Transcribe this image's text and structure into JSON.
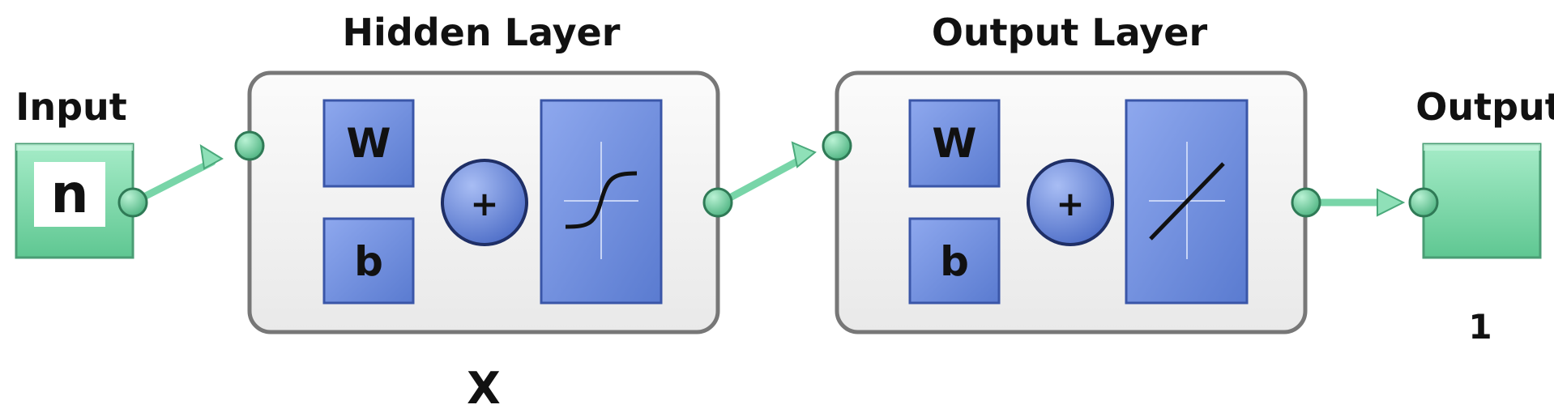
{
  "input": {
    "title": "Input",
    "symbol": "n"
  },
  "hidden_layer": {
    "title": "Hidden Layer",
    "weight_label": "W",
    "bias_label": "b",
    "sum_label": "+",
    "transfer_function": "sigmoid",
    "size_label": "X"
  },
  "output_layer": {
    "title": "Output Layer",
    "weight_label": "W",
    "bias_label": "b",
    "sum_label": "+",
    "transfer_function": "linear"
  },
  "output": {
    "title": "Output",
    "size_label": "1"
  },
  "colors": {
    "green_fill": "#7fd8aa",
    "green_line": "#78d5a8",
    "blue_fill": "#6f8fdc",
    "layer_box": "#f1f1f1"
  }
}
